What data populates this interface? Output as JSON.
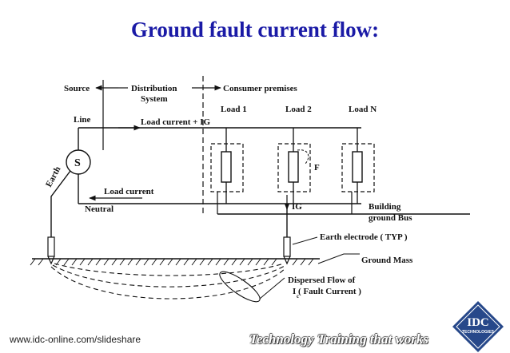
{
  "slide": {
    "title": "Ground fault current flow:"
  },
  "diagram": {
    "labels": {
      "source": "Source",
      "distribution": "Distribution",
      "system": "System",
      "consumer_premises": "Consumer premises",
      "line": "Line",
      "load_current_plus_ig": "Load current + IG",
      "load1": "Load 1",
      "load2": "Load 2",
      "loadN": "Load N",
      "source_symbol": "S",
      "fault_label": "F",
      "earth": "Earth",
      "load_current": "Load current",
      "neutral": "Neutral",
      "ig": "IG",
      "building": "Building",
      "ground_bus": "ground Bus",
      "earth_electrode": "Earth electrode ( TYP )",
      "ground_mass": "Ground Mass",
      "dispersed_flow": "Dispersed Flow of",
      "fault_current": "I   ( Fault Current )",
      "fault_current_sub": "c"
    }
  },
  "footer": {
    "url": "www.idc-online.com/slideshare",
    "tagline": "Technology Training that works",
    "logo_text": "IDC",
    "logo_subtext": "TECHNOLOGIES"
  },
  "colors": {
    "title": "#1a1aa6",
    "logo_blue": "#27488a"
  }
}
